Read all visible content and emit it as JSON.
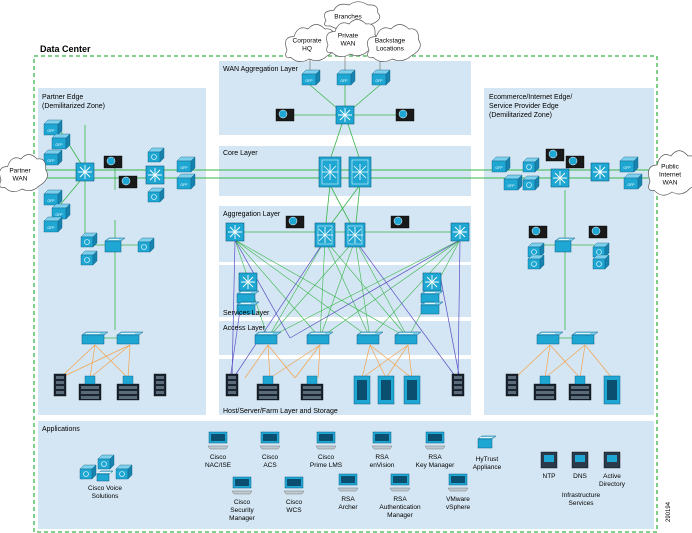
{
  "title": "Data Center",
  "clouds": {
    "branches": [
      "Branches"
    ],
    "corporate": [
      "Corporate",
      "HQ"
    ],
    "private": [
      "Private",
      "WAN"
    ],
    "backstage": [
      "Backstage",
      "Locations"
    ],
    "partner": [
      "Partner",
      "WAN"
    ],
    "public": [
      "Public",
      "Internet",
      "WAN"
    ]
  },
  "zones": {
    "partner_edge": [
      "Partner Edge",
      "(Demilitarized Zone)"
    ],
    "ecommerce_edge": [
      "Ecommerce/Internet Edge/",
      "Service Provider Edge",
      "(Demilitarized Zone)"
    ]
  },
  "layers": {
    "wan_aggregation": "WAN Aggregation Layer",
    "core": "Core Layer",
    "aggregation": "Aggregation Layer",
    "services": "Services Layer",
    "access": "Access Layer",
    "host": "Host/Server/Farm Layer and Storage"
  },
  "device_labels": {
    "gfp": "GFP"
  },
  "applications": {
    "title": "Applications",
    "items": [
      {
        "lines": [
          "Cisco Voice",
          "Solutions"
        ]
      },
      {
        "lines": [
          "Cisco",
          "NAC/ISE"
        ]
      },
      {
        "lines": [
          "Cisco",
          "ACS"
        ]
      },
      {
        "lines": [
          "Cisco",
          "Prime LMS"
        ]
      },
      {
        "lines": [
          "RSA",
          "enVision"
        ]
      },
      {
        "lines": [
          "RSA",
          "Key Manager"
        ]
      },
      {
        "lines": [
          "HyTrust",
          "Appliance"
        ]
      },
      {
        "lines": [
          "Cisco",
          "Security",
          "Manager"
        ]
      },
      {
        "lines": [
          "Cisco",
          "WCS"
        ]
      },
      {
        "lines": [
          "RSA",
          "Archer"
        ]
      },
      {
        "lines": [
          "RSA",
          "Authentication",
          "Manager"
        ]
      },
      {
        "lines": [
          "VMware",
          "vSphere"
        ]
      }
    ]
  },
  "infrastructure": {
    "title": [
      "Infrastructure",
      "Services"
    ],
    "items": [
      {
        "lines": [
          "NTP"
        ]
      },
      {
        "lines": [
          "DNS"
        ]
      },
      {
        "lines": [
          "Active",
          "Directory"
        ]
      }
    ]
  },
  "figure_id": "290194",
  "colors": {
    "zone_fill": "#d4e6f3",
    "border_green": "#39b54a",
    "device_blue": "#1fa7d4",
    "device_dark": "#0b5f87",
    "link_green": "#39b54a",
    "link_purple": "#5b4fc4",
    "link_orange": "#f4a24c"
  }
}
